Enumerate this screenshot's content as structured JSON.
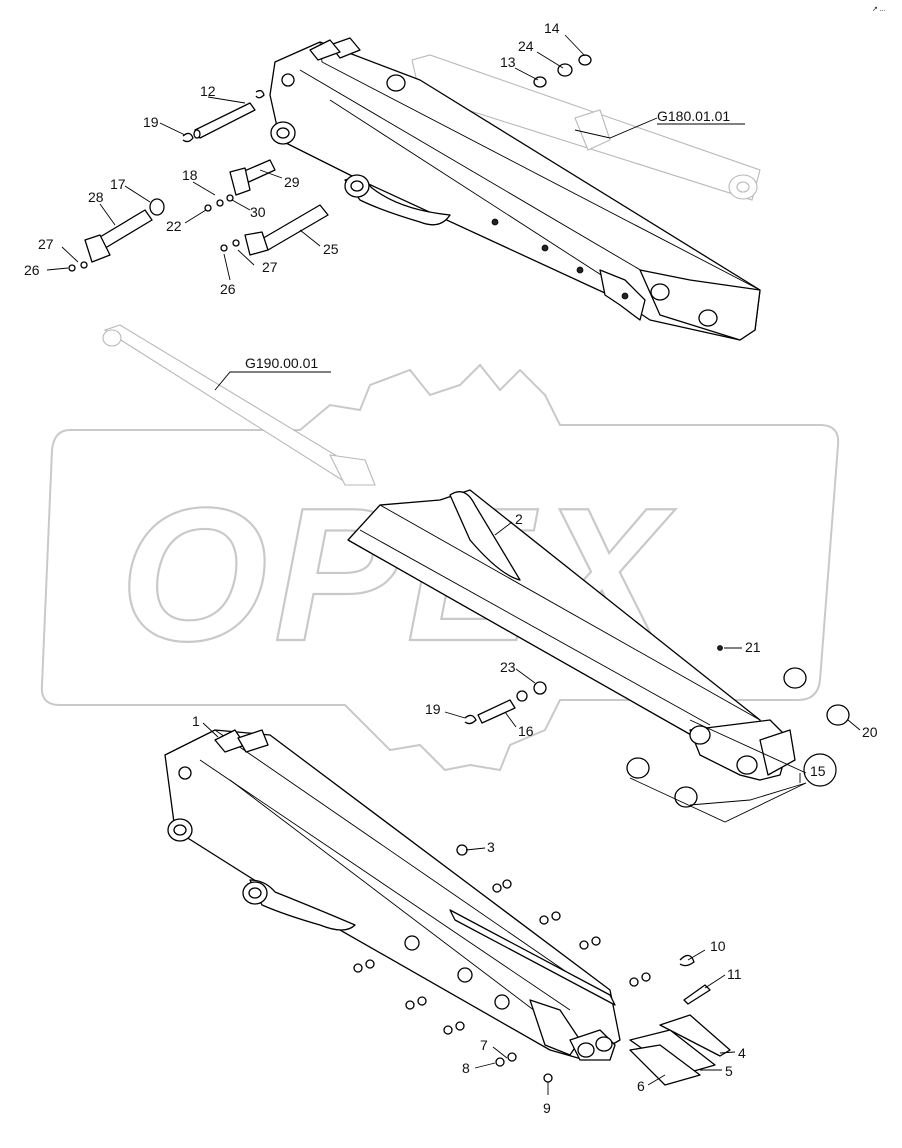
{
  "watermark": "OPEX",
  "corner_mark": "↗ ...",
  "refs": {
    "top_cylinder": "G180.01.01",
    "mid_cylinder": "G190.00.01"
  },
  "callouts": {
    "c14": "14",
    "c24": "24",
    "c13": "13",
    "c12": "12",
    "c19a": "19",
    "c17": "17",
    "c18": "18",
    "c28": "28",
    "c29": "29",
    "c22": "22",
    "c30": "30",
    "c27a": "27",
    "c26a": "26",
    "c25": "25",
    "c27b": "27",
    "c26b": "26",
    "c2": "2",
    "c21": "21",
    "c23": "23",
    "c19b": "19",
    "c16": "16",
    "c1": "1",
    "c20": "20",
    "c15": "15",
    "c3": "3",
    "c10": "10",
    "c11": "11",
    "c4": "4",
    "c5": "5",
    "c6": "6",
    "c7": "7",
    "c8": "8",
    "c9": "9"
  }
}
